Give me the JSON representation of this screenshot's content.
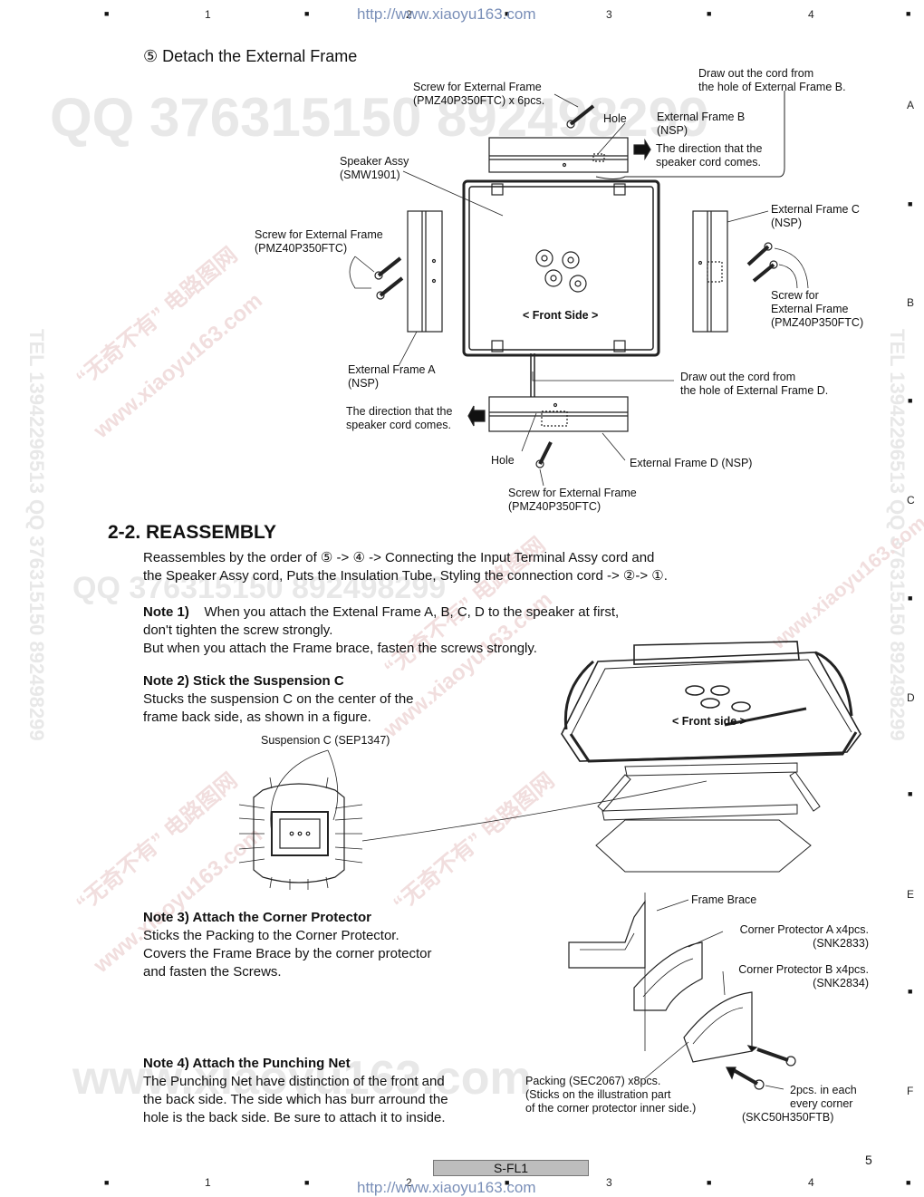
{
  "header": {
    "cols": [
      "1",
      "2",
      "3",
      "4"
    ],
    "url": "http://www.xiaoyu163.com",
    "rows": [
      "A",
      "B",
      "C",
      "D",
      "E",
      "F"
    ]
  },
  "watermarks": {
    "qq": "QQ 376315150   892498299",
    "tel": "TEL 13942296513   QQ 376315150 892498299",
    "site": "www.xiaoyu163.com",
    "cn": "“无奇不有” 电路图网"
  },
  "section5": {
    "title": "⑤ Detach the External Frame",
    "screw_b": [
      "Screw for External Frame",
      "(PMZ40P350FTC)    x 6pcs."
    ],
    "draw_b": [
      "Draw out the cord from",
      "the hole of External Frame B."
    ],
    "hole_top": "Hole",
    "frame_b": [
      "External Frame B",
      "(NSP)"
    ],
    "dir_b": [
      "The direction that  the",
      "speaker cord comes."
    ],
    "speaker": [
      "Speaker Assy",
      "(SMW1901)"
    ],
    "frame_c": [
      "External Frame C",
      "(NSP)"
    ],
    "screw_a": [
      "Screw for External Frame",
      "(PMZ40P350FTC)"
    ],
    "screw_c": [
      "Screw for",
      "External Frame",
      "(PMZ40P350FTC)"
    ],
    "front_side": "< Front Side >",
    "frame_a": [
      "External Frame A",
      "(NSP)"
    ],
    "draw_d": [
      "Draw out the cord from",
      "the hole of External Frame D."
    ],
    "dir_d": [
      "The direction that  the",
      "speaker cord comes."
    ],
    "hole_bottom": "Hole",
    "frame_d": "External Frame D (NSP)",
    "screw_d": [
      "Screw for External Frame",
      "(PMZ40P350FTC)"
    ]
  },
  "reassembly": {
    "heading": "2-2. REASSEMBLY",
    "intro": [
      "Reassembles by the order of ⑤ -> ④ -> Connecting the Input Terminal Assy cord and",
      "the Speaker Assy cord, Puts the Insulation Tube, Styling the connection cord -> ②-> ①."
    ],
    "note1_title": "Note 1)",
    "note1_text": "When you attach the Extenal Frame A, B, C, D to the speaker at first,",
    "note1_lines": [
      "don't tighten the screw strongly.",
      "But when you attach the Frame brace, fasten the screws strongly."
    ],
    "note2_title": "Note 2)    Stick the Suspension C",
    "note2_lines": [
      "Stucks the suspension C on the center of the",
      "frame back side, as shown in a figure."
    ],
    "suspension_label": "Suspension C (SEP1347)",
    "front_side2": "< Front side >",
    "note3_title": "Note 3)    Attach the Corner Protector",
    "note3_lines": [
      "Sticks the Packing to the Corner Protector.",
      "Covers the Frame Brace by the corner protector",
      "and fasten the Screws."
    ],
    "frame_brace": "Frame Brace",
    "cp_a": [
      "Corner Protector A   x4pcs.",
      "(SNK2833)"
    ],
    "cp_b": [
      "Corner Protector B   x4pcs.",
      "(SNK2834)"
    ],
    "packing": [
      "Packing (SEC2067)   x8pcs.",
      "(Sticks on the illustration part",
      "of the corner protector inner side.)"
    ],
    "screws_corner": [
      "2pcs. in each",
      "every corner",
      "(SKC50H350FTB)"
    ],
    "note4_title": "Note 4)  Attach the Punching Net",
    "note4_lines": [
      "The Punching Net have distinction of the front and",
      "the back side. The side which has burr arround the",
      "hole is the back side. Be sure to attach it to inside."
    ]
  },
  "footer": {
    "page_number": "5",
    "model": "S-FL1"
  }
}
